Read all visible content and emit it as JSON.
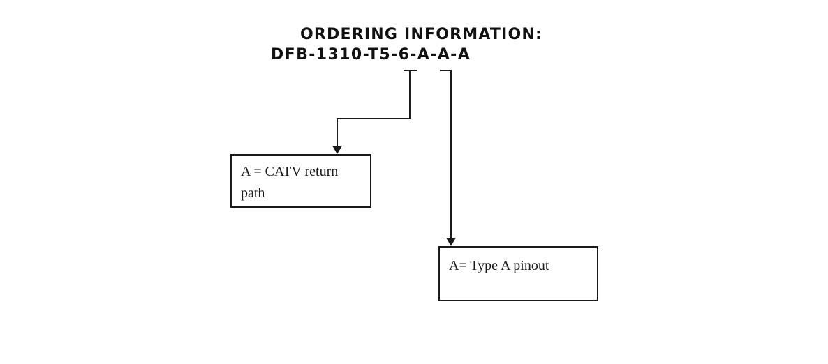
{
  "colors": {
    "background": "#ffffff",
    "ink": "#1a1a1a"
  },
  "header": {
    "title": "ORDERING INFORMATION:",
    "part_number": "DFB-1310-T5-6-A-A-A"
  },
  "callouts": [
    {
      "id": "catv-return-path",
      "lines": [
        "A = CATV return",
        "path"
      ]
    },
    {
      "id": "type-a-pinout",
      "lines": [
        "A= Type A pinout"
      ]
    }
  ]
}
